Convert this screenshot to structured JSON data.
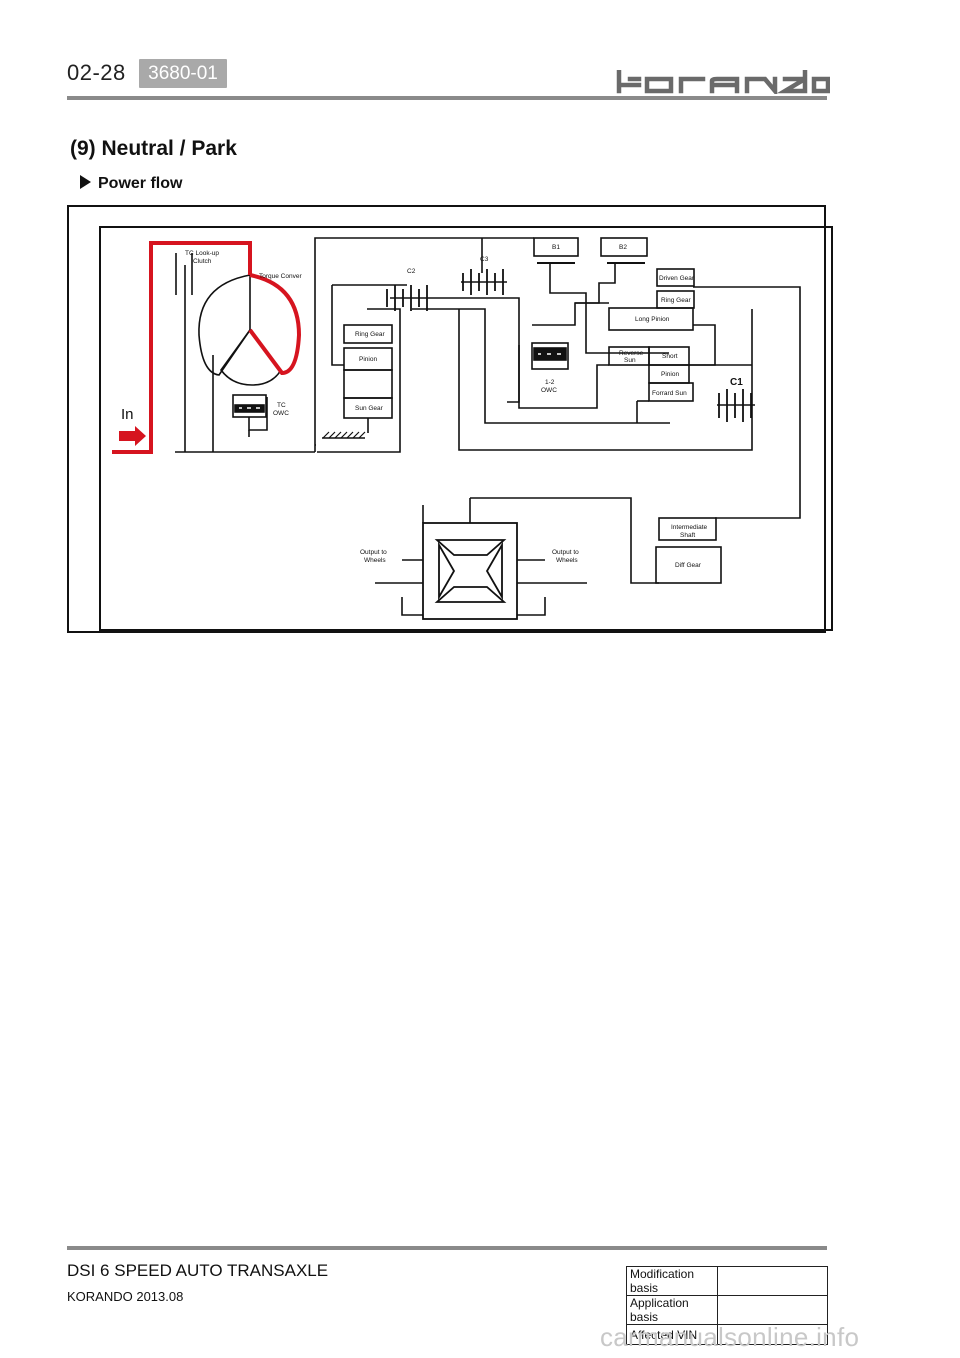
{
  "header": {
    "page_number": "02-28",
    "code": "3680-01",
    "logo_text": "korando"
  },
  "section_title": "(9) Neutral / Park",
  "subsection_title": "Power flow",
  "diagram": {
    "labels": {
      "tc_lockup_1": "TC Look-up",
      "tc_lockup_2": "Clutch",
      "torque_conv": "Torque Conver",
      "tc_owc_1": "TC",
      "tc_owc_2": "OWC",
      "in": "In",
      "c2": "C2",
      "c3": "C3",
      "b1": "B1",
      "b2": "B2",
      "c1": "C1",
      "ring_gear": "Ring Gear",
      "pinion": "Pinion",
      "sun_gear": "Sun Gear",
      "owc12_1": "1-2",
      "owc12_2": "OWC",
      "driven_gear": "Driven Gear",
      "ring_gear_2": "Ring Gear",
      "long_pinion": "Long Pinion",
      "reverse_1": "Reverse",
      "reverse_2": "Sun",
      "short": "Short",
      "pinion_2": "Pinion",
      "forward_sun": "Forrard Sun",
      "intermediate_1": "Intermediate",
      "intermediate_2": "Shaft",
      "diff_gear": "Diff Gear",
      "output_left_1": "Output to",
      "output_left_2": "Wheels",
      "output_right_1": "Output to",
      "output_right_2": "Wheels"
    },
    "colors": {
      "power_flow": "#d6141f",
      "lines": "#111111"
    }
  },
  "footer": {
    "title": "DSI 6 SPEED AUTO TRANSAXLE",
    "subtitle": "KORANDO 2013.08",
    "table": [
      {
        "label": "Modification basis",
        "value": ""
      },
      {
        "label": "Application basis",
        "value": ""
      },
      {
        "label": "Affected VIN",
        "value": ""
      }
    ],
    "watermark": "carmanualsonline.info"
  }
}
